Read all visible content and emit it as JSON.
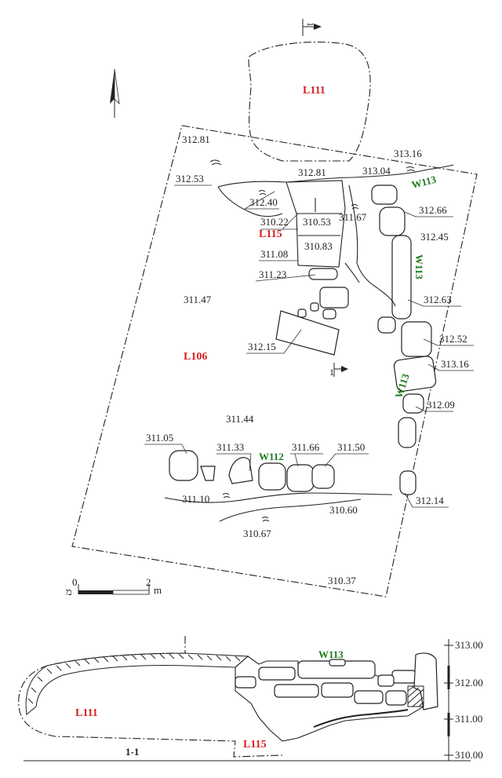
{
  "plan": {
    "loci": {
      "l111": "L111",
      "l115": "L115",
      "l106": "L106"
    },
    "walls": {
      "w113_top": "W113",
      "w113_mid": "W113",
      "w113_low": "W113",
      "w112": "W112"
    },
    "section_marker": "1",
    "elevations": {
      "e1": "312.81",
      "e2": "312.53",
      "e3": "312.40",
      "e4": "312.81",
      "e5": "313.16",
      "e6": "313.04",
      "e7": "310.22",
      "e8": "310.53",
      "e9": "311.67",
      "e10": "312.66",
      "e11": "310.83",
      "e12": "312.45",
      "e13": "311.08",
      "e14": "311.23",
      "e15": "312.63",
      "e16": "311.47",
      "e17": "312.52",
      "e18": "312.15",
      "e19": "313.16",
      "e20": "312.09",
      "e21": "311.44",
      "e22": "311.05",
      "e23": "311.33",
      "e24": "311.66",
      "e25": "311.50",
      "e26": "311.10",
      "e27": "312.14",
      "e28": "310.60",
      "e29": "310.67",
      "e30": "310.37"
    },
    "scale": {
      "zero": "0",
      "two": "2",
      "unit": "m",
      "hebrew": "מ"
    }
  },
  "section": {
    "title": "1-1",
    "l111": "L111",
    "l115": "L115",
    "w113": "W113",
    "levels": [
      "313.00",
      "312.00",
      "311.00",
      "310.00"
    ]
  }
}
